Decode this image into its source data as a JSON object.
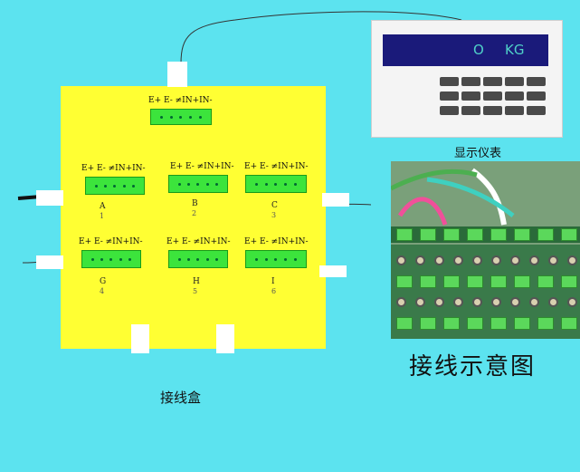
{
  "terminal_label": "E+ E- ≠IN+IN-",
  "channels": [
    {
      "letter": "A",
      "number": "1"
    },
    {
      "letter": "B",
      "number": "2"
    },
    {
      "letter": "C",
      "number": "3"
    },
    {
      "letter": "G",
      "number": "4"
    },
    {
      "letter": "H",
      "number": "5"
    },
    {
      "letter": "I",
      "number": "6"
    }
  ],
  "indicator": {
    "readout_value": "O",
    "readout_unit": "KG"
  },
  "indicator_label": "显示仪表",
  "box_label": "接线盒",
  "diagram_title": "接线示意图",
  "colors": {
    "background": "#5ce3ef",
    "box": "#ffff33",
    "connector": "#3ce43c",
    "screen": "#1a1a7a"
  }
}
